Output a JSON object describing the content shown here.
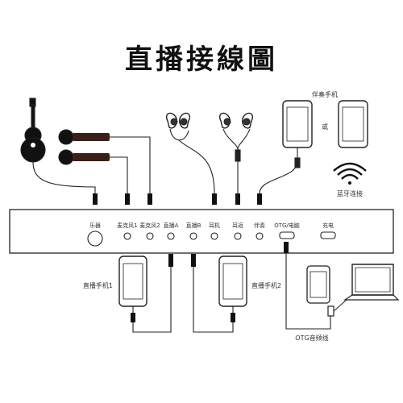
{
  "title": "直播接線圖",
  "ports": {
    "instrument": "乐器",
    "mic1": "麦克风1",
    "mic2": "麦克风2",
    "liveA": "直播A",
    "liveB": "直播B",
    "earphone": "耳机",
    "earback": "耳返",
    "accomp": "伴奏",
    "otg": "OTG/电脑",
    "charge": "充电"
  },
  "labels": {
    "accomp_phone": "伴奏手机",
    "or": "或",
    "bluetooth": "蓝牙连接",
    "phone1": "直播手机1",
    "phone2": "直播手机2",
    "otg_cable": "OTG音频线"
  }
}
